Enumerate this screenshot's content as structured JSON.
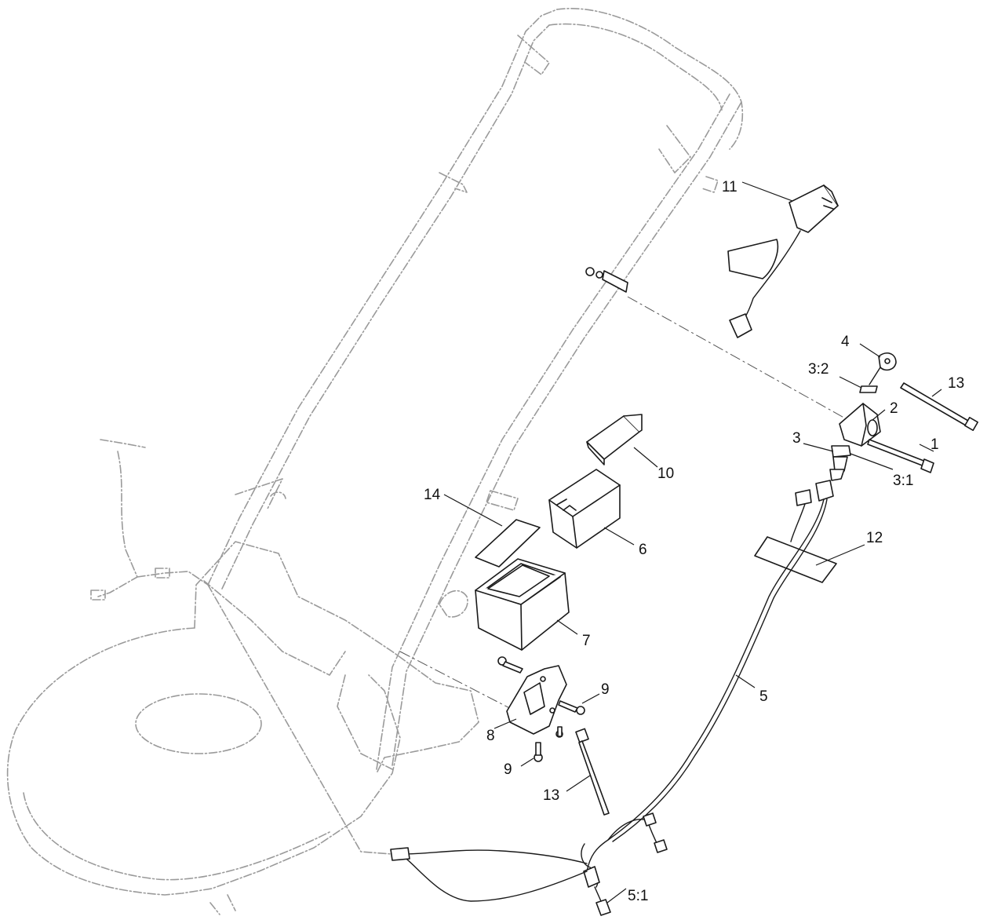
{
  "callouts": [
    {
      "id": "c1",
      "text": "1"
    },
    {
      "id": "c2",
      "text": "2"
    },
    {
      "id": "c3",
      "text": "3"
    },
    {
      "id": "c3_1",
      "text": "3:1"
    },
    {
      "id": "c3_2",
      "text": "3:2"
    },
    {
      "id": "c4",
      "text": "4"
    },
    {
      "id": "c5",
      "text": "5"
    },
    {
      "id": "c5_1",
      "text": "5:1"
    },
    {
      "id": "c6",
      "text": "6"
    },
    {
      "id": "c7",
      "text": "7"
    },
    {
      "id": "c8",
      "text": "8"
    },
    {
      "id": "c9a",
      "text": "9"
    },
    {
      "id": "c9b",
      "text": "9"
    },
    {
      "id": "c10",
      "text": "10"
    },
    {
      "id": "c11",
      "text": "11"
    },
    {
      "id": "c12",
      "text": "12"
    },
    {
      "id": "c13a",
      "text": "13"
    },
    {
      "id": "c13b",
      "text": "13"
    },
    {
      "id": "c14",
      "text": "14"
    }
  ]
}
